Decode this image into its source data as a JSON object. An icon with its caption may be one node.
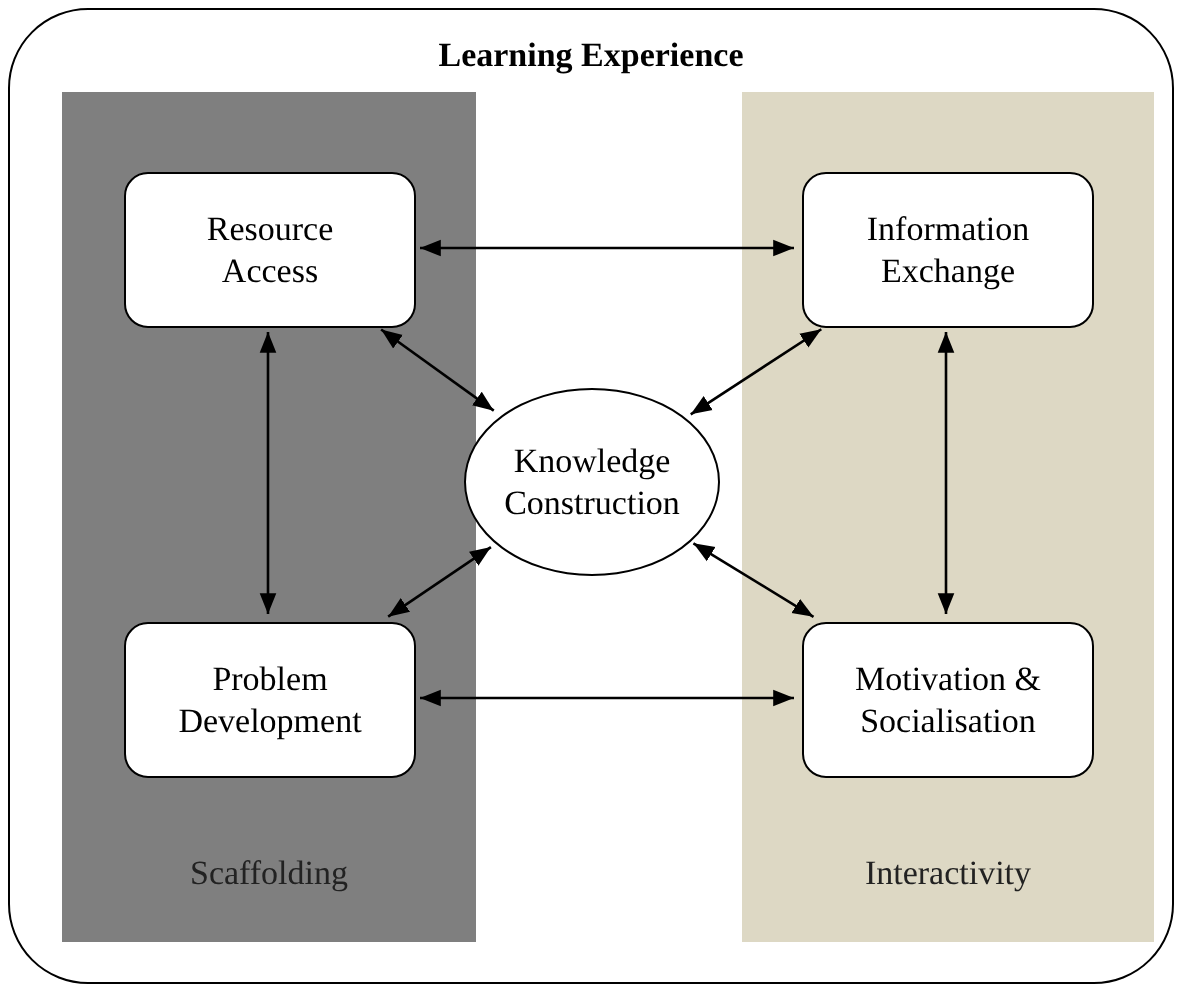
{
  "diagram": {
    "nodes": [
      {
        "text": [
          "Learning Experience"
        ]
      },
      {
        "text": [
          "Scaffolding"
        ],
        "in": 0
      },
      {
        "text": [
          "Resource Access"
        ],
        "in": 1
      },
      {
        "text": [
          "Problem Development"
        ],
        "in": 1
      },
      {
        "text": [
          "Interactivity"
        ],
        "in": 0
      },
      {
        "text": [
          "Information Exchange"
        ],
        "in": 4
      },
      {
        "text": [
          "Motivation & Socialisation"
        ],
        "in": 4
      },
      {
        "text": [
          "Knowledge Construction"
        ],
        "in": 0
      }
    ],
    "edges": [
      {
        "from": 2,
        "to": 5,
        "arrow": "both"
      },
      {
        "from": 2,
        "to": 3,
        "arrow": "both"
      },
      {
        "from": 5,
        "to": 6,
        "arrow": "both"
      },
      {
        "from": 3,
        "to": 6,
        "arrow": "both"
      },
      {
        "from": 2,
        "to": 7,
        "arrow": "both"
      },
      {
        "from": 5,
        "to": 7,
        "arrow": "both"
      },
      {
        "from": 3,
        "to": 7,
        "arrow": "both"
      },
      {
        "from": 6,
        "to": 7,
        "arrow": "both"
      }
    ]
  }
}
